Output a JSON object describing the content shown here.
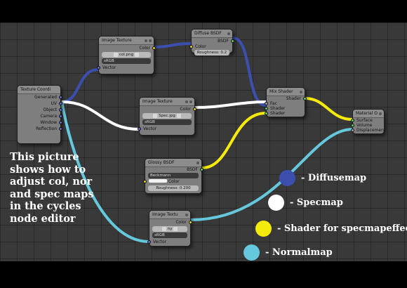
{
  "nodes": {
    "texture_coordinate": {
      "title": "Texture Coordi",
      "outputs": [
        "Generated",
        "UV",
        "Object",
        "Camera",
        "Window",
        "Reflection"
      ]
    },
    "image_texture_col": {
      "title": "Image Texture",
      "output_label": "Color",
      "image_name": "col.png",
      "color_space": "sRGB",
      "input_label": "Vector"
    },
    "image_texture_spec": {
      "title": "Image Texture",
      "output_label": "Color",
      "image_name": "Spec.jpg",
      "color_space": "sRGB",
      "input_label": "Vector"
    },
    "image_texture_nor": {
      "title": "Image Textu",
      "output_label": "Color",
      "image_name": "ny",
      "color_space": "sRGB",
      "input_label": "Vector"
    },
    "diffuse_bsdf": {
      "title": "Diffuse BSDF",
      "output_label": "BSDF",
      "color_label": "Color",
      "roughness": "Roughness: 0.2"
    },
    "glossy_bsdf": {
      "title": "Glossy BSDF",
      "output_label": "BSDF",
      "distribution": "Beckmann",
      "color_label": "Color",
      "roughness": "Roughness: 0.200"
    },
    "mix_shader": {
      "title": "Mix Shader",
      "output_label": "Shader",
      "inputs": [
        "Fac",
        "Shader",
        "Shader"
      ]
    },
    "material_output": {
      "title": "Material O",
      "inputs": [
        "Surface",
        "Volume",
        "Displacement"
      ]
    }
  },
  "caption": "This picture shows how to adjust col, nor and spec maps in the cycles node editor",
  "legend": [
    {
      "label": "- Diffusemap",
      "color": "#3c4fae"
    },
    {
      "label": "- Specmap",
      "color": "#ffffff"
    },
    {
      "label": "- Shader for specmapeffect",
      "color": "#f5ea0c"
    },
    {
      "label": "- Normalmap",
      "color": "#66c8dc"
    }
  ],
  "colors": {
    "diffuse_wire": "#3c4fae",
    "spec_wire": "#ffffff",
    "shader_wire": "#f5ea0c",
    "normal_wire": "#66c8dc",
    "editor_bg": "#393939"
  }
}
